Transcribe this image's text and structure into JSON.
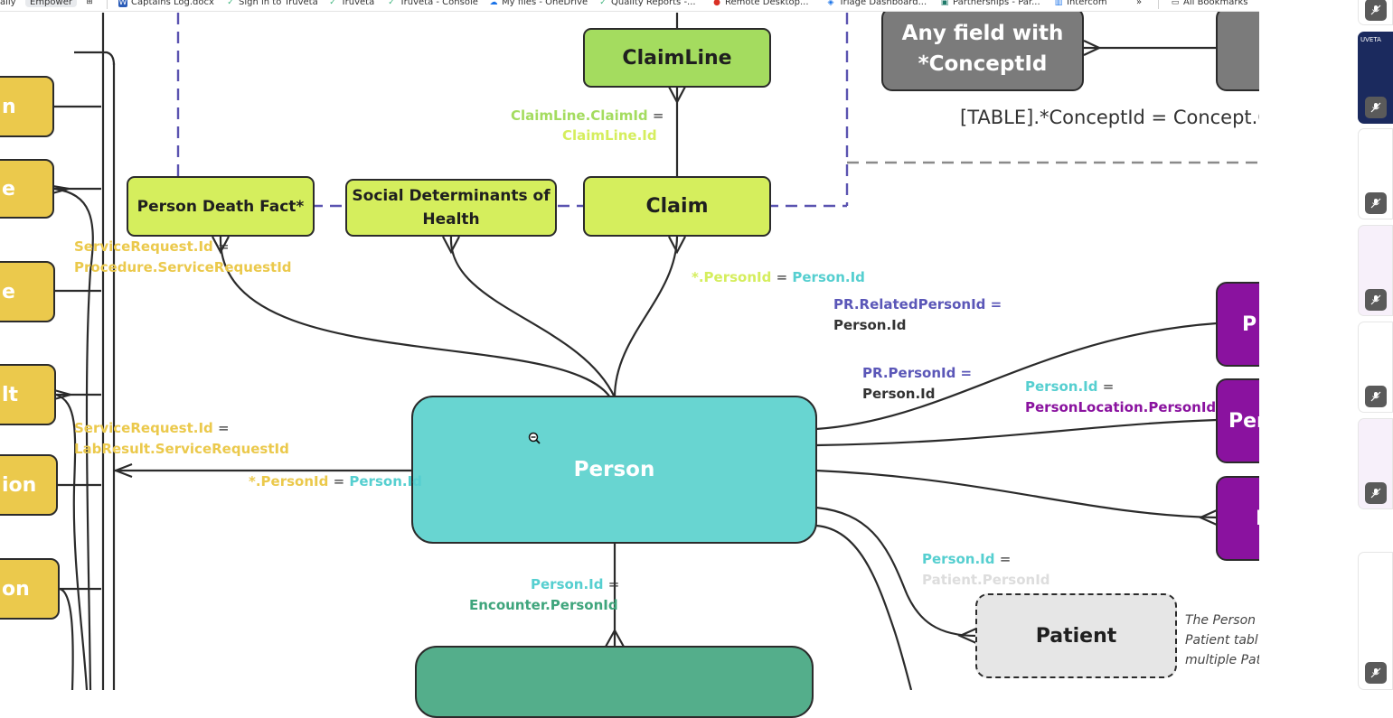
{
  "bookmarks": {
    "items": [
      {
        "label": "aily",
        "icon": "none"
      },
      {
        "label": "Empower",
        "icon": "none"
      },
      {
        "label": "",
        "icon": "apps-grid-icon"
      },
      {
        "label": "Captains Log.docx",
        "icon": "word-icon"
      },
      {
        "label": "Sign in to Truveta",
        "icon": "truveta-icon"
      },
      {
        "label": "Truveta",
        "icon": "truveta-icon"
      },
      {
        "label": "Truveta - Console",
        "icon": "truveta-icon"
      },
      {
        "label": "My files - OneDrive",
        "icon": "onedrive-icon"
      },
      {
        "label": "Quality Reports -...",
        "icon": "truveta-icon"
      },
      {
        "label": "Remote Desktop...",
        "icon": "remote-desktop-icon"
      },
      {
        "label": "Triage Dashboard...",
        "icon": "dashboard-icon"
      },
      {
        "label": "Partnerships - Par...",
        "icon": "partnerships-icon"
      },
      {
        "label": "Intercom",
        "icon": "intercom-icon"
      }
    ],
    "overflow": "»",
    "all_bookmarks": "All Bookmarks"
  },
  "diagram": {
    "left_nodes": [
      "n",
      "e",
      "e",
      "lt",
      "ion",
      "on"
    ],
    "claimline": "ClaimLine",
    "claim": "Claim",
    "person_death_fact": "Person Death Fact*",
    "social_determinants_line1": "Social Determinants of",
    "social_determinants_line2": "Health",
    "any_field_line1": "Any field with",
    "any_field_line2": "*ConceptId",
    "concept_formula": "[TABLE].*ConceptId = Concept.C",
    "person": "Person",
    "patient": "Patient",
    "purple_nodes": [
      "P",
      "Per",
      "I"
    ],
    "labels": {
      "claimline_claimid": "ClaimLine.ClaimId",
      "claimline_id": "ClaimLine.Id",
      "eq": "=",
      "servicerequest_id_1": "ServiceRequest.Id",
      "procedure_servicerequestid": "Procedure.ServiceRequestId",
      "servicerequest_id_2": "ServiceRequest.Id",
      "labresult_servicerequestid": "LabResult.ServiceRequestId",
      "star_personid_top": "*.PersonId",
      "person_id_top": "Person.Id",
      "star_personid_left": "*.PersonId",
      "person_id_left": "Person.Id",
      "pr_relatedpersonid": "PR.RelatedPersonId =",
      "person_id_pr1": "Person.Id",
      "pr_personid": "PR.PersonId =",
      "person_id_pr2": "Person.Id",
      "person_id_loc": "Person.Id",
      "personlocation_personid": "PersonLocation.PersonId",
      "person_id_enc": "Person.Id",
      "encounter_personid": "Encounter.PersonId",
      "person_id_patient": "Person.Id",
      "patient_personid": "Patient.PersonId"
    },
    "patient_note": [
      "The Person i",
      "Patient tabl",
      "multiple Pat"
    ]
  },
  "meeting_panel": {
    "tile_label": "UVETA",
    "mic_state": "muted"
  },
  "colors": {
    "yellow": "#ebc94c",
    "lime": "#d5ee5d",
    "green": "#a4dc5f",
    "teal": "#68d5d1",
    "purple": "#8a129f",
    "indigo": "#5b57b8",
    "dashed_indigo": "#5a53b0",
    "dashed_grey": "#8a8a8a"
  }
}
